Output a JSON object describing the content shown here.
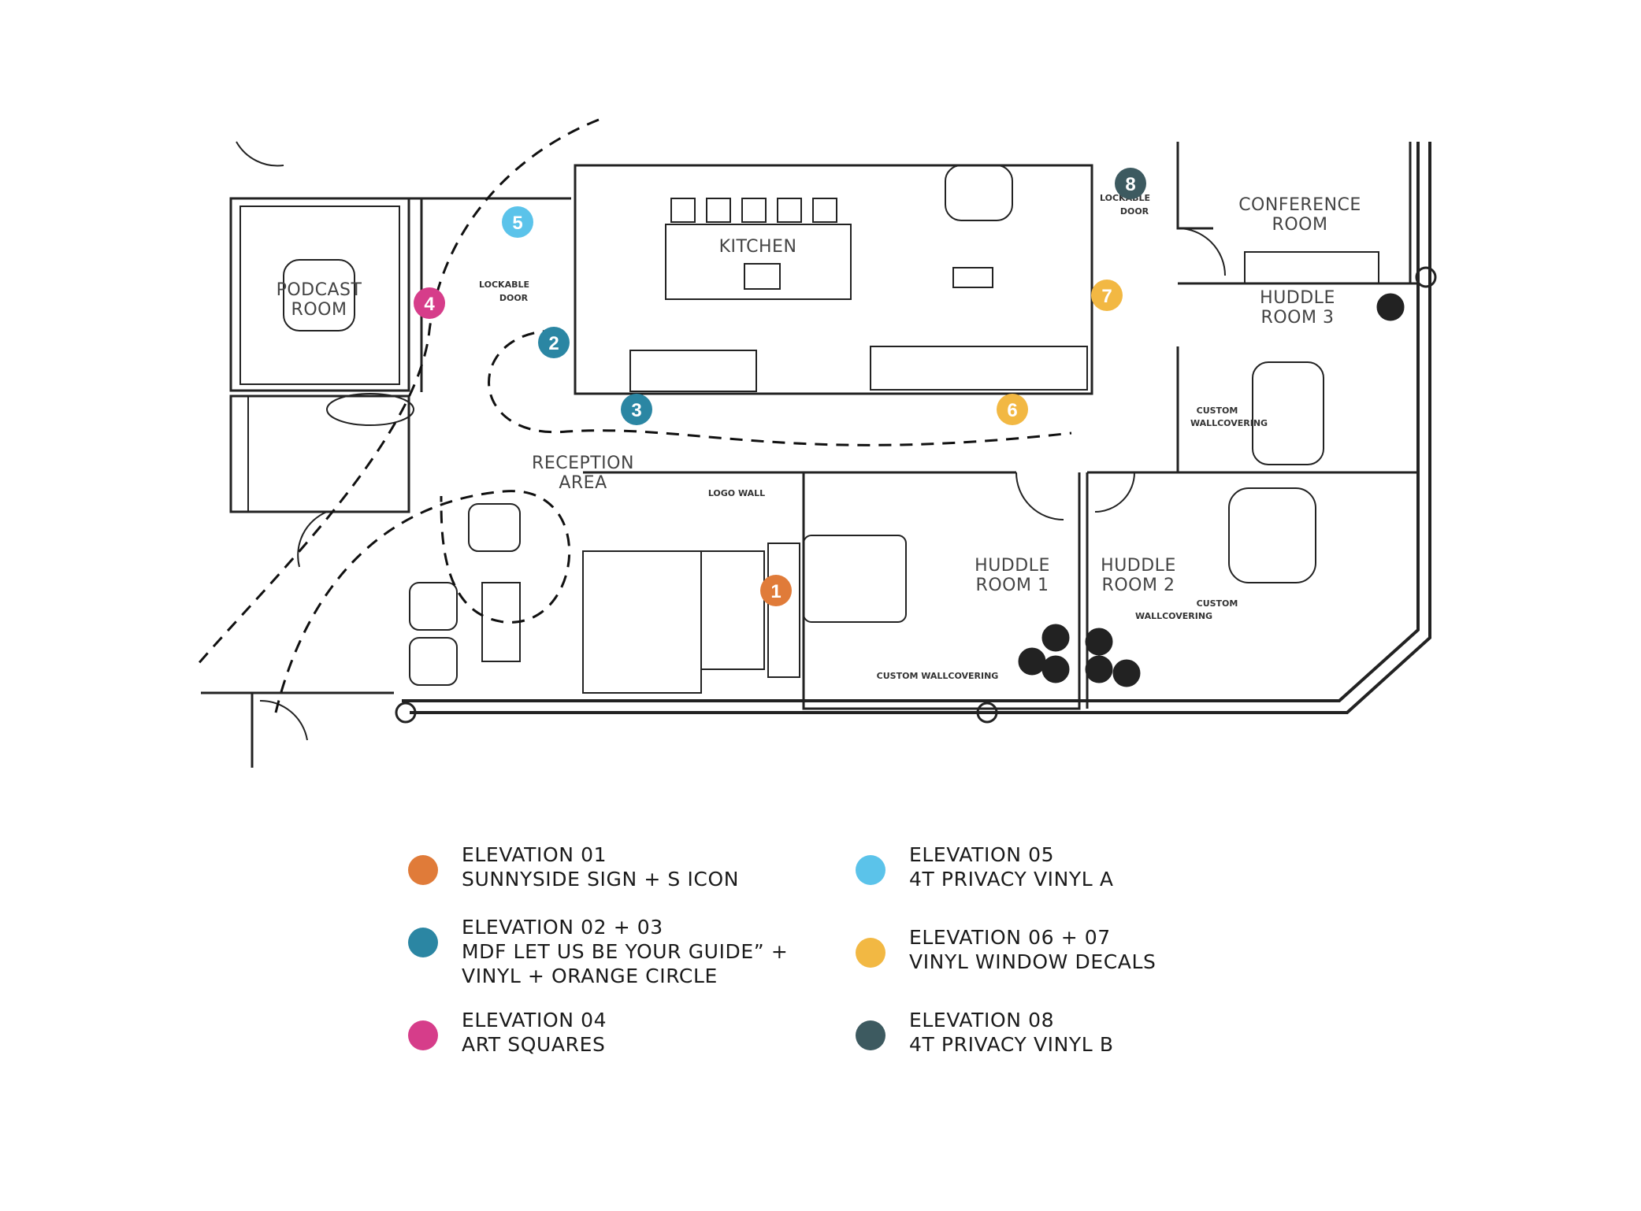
{
  "plan": {
    "rooms": {
      "podcast": [
        "PODCAST",
        "ROOM"
      ],
      "kitchen": "KITCHEN",
      "conference": [
        "CONFERENCE",
        "ROOM"
      ],
      "huddle3": [
        "HUDDLE",
        "ROOM 3"
      ],
      "reception": [
        "RECEPTION",
        "AREA"
      ],
      "huddle1": [
        "HUDDLE",
        "ROOM 1"
      ],
      "huddle2": [
        "HUDDLE",
        "ROOM 2"
      ]
    },
    "notes": {
      "lockable_door_1": [
        "LOCKABLE",
        "DOOR"
      ],
      "lockable_door_2": [
        "LOCKABLE",
        "DOOR"
      ],
      "logo_wall": "LOGO WALL",
      "custom_wallcovering_1": "CUSTOM WALLCOVERING",
      "custom_wallcovering_2": [
        "CUSTOM",
        "WALLCOVERING"
      ],
      "custom_wallcovering_3": [
        "CUSTOM",
        "WALLCOVERING"
      ]
    },
    "markers": [
      {
        "num": "1",
        "color": "#E07B39"
      },
      {
        "num": "2",
        "color": "#2B86A3"
      },
      {
        "num": "3",
        "color": "#2B86A3"
      },
      {
        "num": "4",
        "color": "#D63D8A"
      },
      {
        "num": "5",
        "color": "#5BC3EA"
      },
      {
        "num": "6",
        "color": "#F2B843"
      },
      {
        "num": "7",
        "color": "#F2B843"
      },
      {
        "num": "8",
        "color": "#3D5A60"
      }
    ]
  },
  "legend": [
    {
      "color": "#E07B39",
      "lines": [
        "ELEVATION 01",
        "SUNNYSIDE SIGN + S ICON"
      ]
    },
    {
      "color": "#2B86A3",
      "lines": [
        "ELEVATION 02 + 03",
        "MDF LET US BE YOUR GUIDE” +",
        "VINYL + ORANGE CIRCLE"
      ]
    },
    {
      "color": "#D63D8A",
      "lines": [
        "ELEVATION 04",
        "ART SQUARES"
      ]
    },
    {
      "color": "#5BC3EA",
      "lines": [
        "ELEVATION 05",
        "4T PRIVACY VINYL A"
      ]
    },
    {
      "color": "#F2B843",
      "lines": [
        "ELEVATION 06 + 07",
        "VINYL WINDOW DECALS"
      ]
    },
    {
      "color": "#3D5A60",
      "lines": [
        "ELEVATION 08",
        "4T PRIVACY VINYL B"
      ]
    }
  ]
}
